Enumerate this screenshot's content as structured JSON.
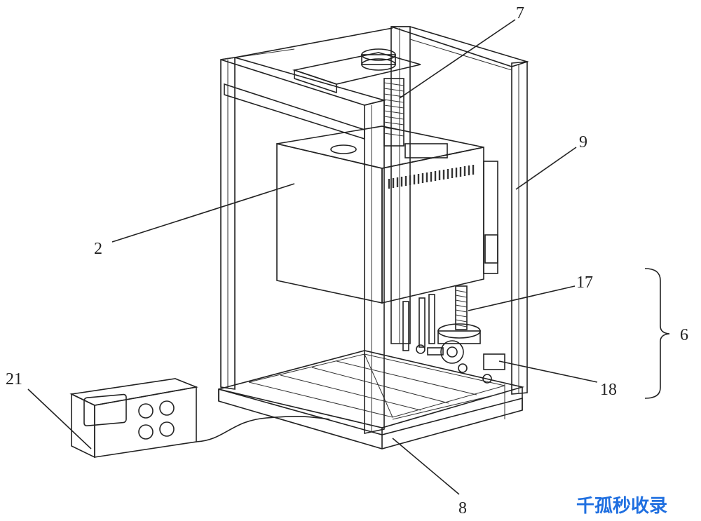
{
  "labels": {
    "l2": "2",
    "l6": "6",
    "l7": "7",
    "l8": "8",
    "l9": "9",
    "l17": "17",
    "l18": "18",
    "l21": "21"
  },
  "watermark": "千孤秒收录",
  "colors": {
    "line": "#222222",
    "watermark": "#1f6fe0"
  }
}
